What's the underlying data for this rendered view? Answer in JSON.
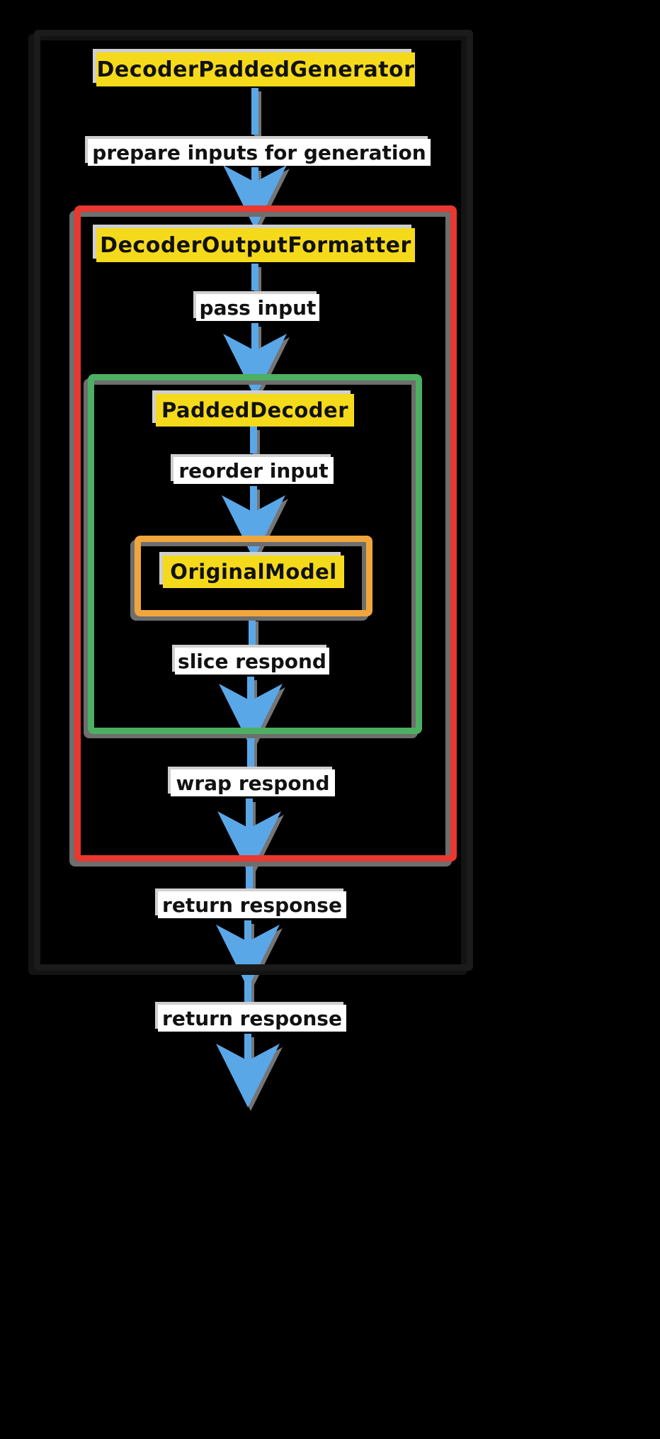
{
  "diagram": {
    "type": "flowchart",
    "direction": "top-down",
    "theme": "dark",
    "background_color": "#000000",
    "colors": {
      "node_fill": "#f5da1b",
      "node_text": "#111111",
      "edge_label_fill": "#ffffff",
      "edge_label_text": "#111111",
      "arrow": "#5aa7e8",
      "outer_border": "#1b1b1b",
      "group_red": "#e8382f",
      "group_green": "#4caf62",
      "group_orange": "#f0a63c",
      "shadow": "#cfcfcf"
    },
    "nodes": [
      {
        "id": "n1",
        "label": "DecoderPaddedGenerator"
      },
      {
        "id": "n2",
        "label": "DecoderOutputFormatter"
      },
      {
        "id": "n3",
        "label": "PaddedDecoder"
      },
      {
        "id": "n4",
        "label": "OriginalModel"
      }
    ],
    "edge_labels": [
      {
        "id": "e1",
        "label": "prepare inputs for generation"
      },
      {
        "id": "e2",
        "label": "pass input"
      },
      {
        "id": "e3",
        "label": "reorder input"
      },
      {
        "id": "e4",
        "label": "slice respond"
      },
      {
        "id": "e5",
        "label": "wrap respond"
      },
      {
        "id": "e6",
        "label": "return response"
      },
      {
        "id": "e7",
        "label": "return response"
      }
    ],
    "groups": [
      {
        "id": "outer",
        "border_color": "#1b1b1b",
        "label": ""
      },
      {
        "id": "red",
        "border_color": "#e8382f",
        "label": ""
      },
      {
        "id": "green",
        "border_color": "#4caf62",
        "label": ""
      },
      {
        "id": "orange",
        "border_color": "#f0a63c",
        "label": ""
      }
    ]
  }
}
